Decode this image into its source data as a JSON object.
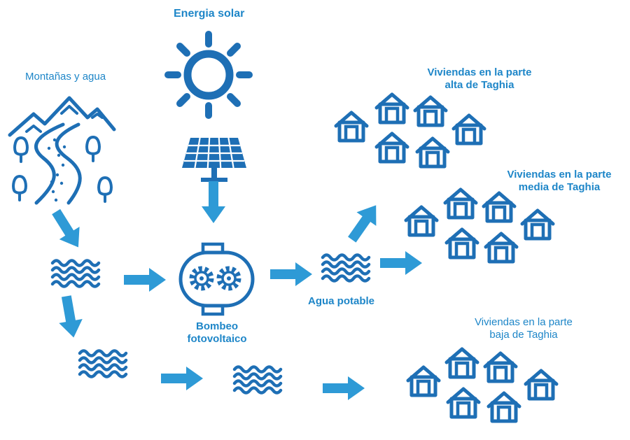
{
  "labels": {
    "energy": "Energia solar",
    "mountains": "Montañas y agua",
    "houses_upper_1": "Viviendas en la parte",
    "houses_upper_2": "alta de Taghia",
    "houses_middle_1": "Viviendas en la parte",
    "houses_middle_2": "media de Taghia",
    "houses_lower_1": "Viviendas en la parte",
    "houses_lower_2": "baja de Taghia",
    "drinking_water": "Agua potable",
    "pump_1": "Bombeo",
    "pump_2": "fotovoltaico"
  },
  "colors": {
    "icon": "#1e6fb5",
    "arrow": "#2e9ad6",
    "text": "#1e86c8"
  },
  "icons": [
    "sun-icon",
    "solar-panel-icon",
    "mountains-river-icon",
    "water-waves-icon",
    "pump-gears-icon",
    "house-icon",
    "arrow-icon"
  ]
}
